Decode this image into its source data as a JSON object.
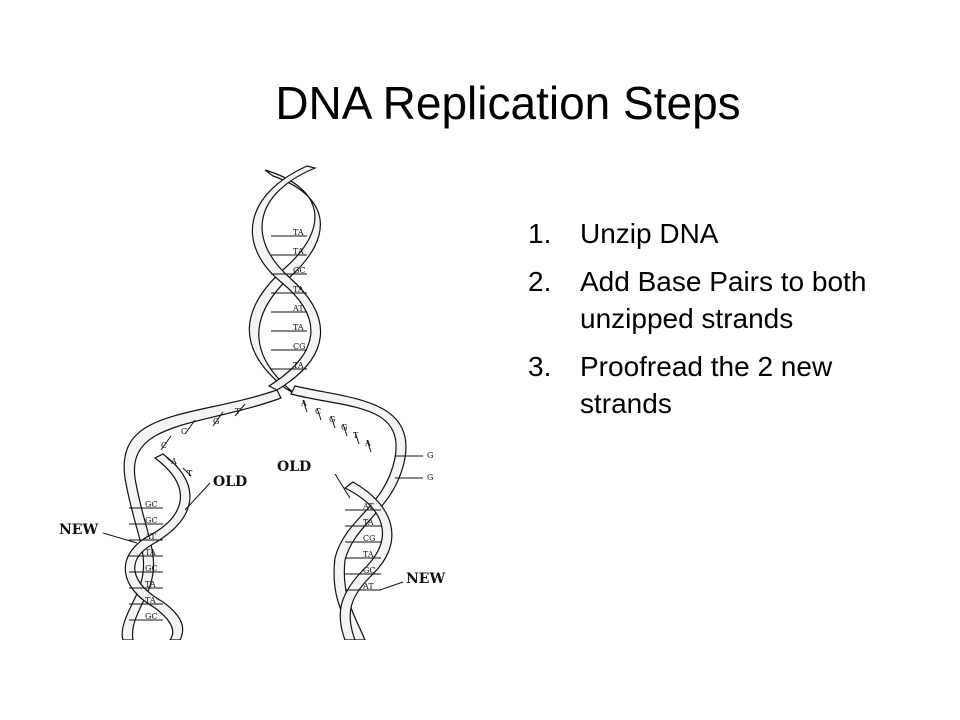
{
  "title": "DNA Replication Steps",
  "steps": [
    {
      "number": "1.",
      "text": "Unzip DNA"
    },
    {
      "number": "2.",
      "text": "Add Base Pairs to both unzipped strands"
    },
    {
      "number": "3.",
      "text": "Proofread the 2 new strands"
    }
  ],
  "diagram": {
    "label_old": "OLD",
    "label_new": "NEW",
    "top_pairs": [
      "TA",
      "TA",
      "GC",
      "TA",
      "AT",
      "TA",
      "CG",
      "TA"
    ],
    "fork_left_bases": [
      "T",
      "G",
      "C",
      "C",
      "A",
      "T"
    ],
    "fork_right_bases": [
      "A",
      "C",
      "G",
      "G",
      "T",
      "A",
      "G",
      "G"
    ],
    "left_daughter_pairs": [
      "GC",
      "GC",
      "AT",
      "TA",
      "GC",
      "TA",
      "TA",
      "GC"
    ],
    "right_daughter_pairs": [
      "AT",
      "TA",
      "CG",
      "TA",
      "GC",
      "AT"
    ]
  }
}
